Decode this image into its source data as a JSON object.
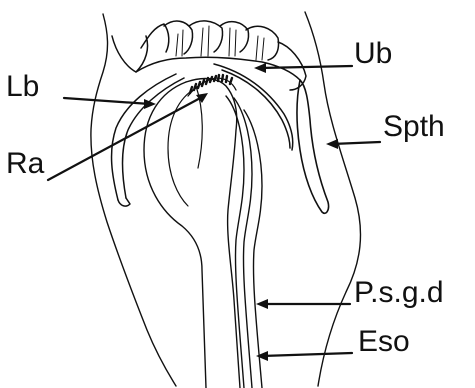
{
  "labels": {
    "ub": "Ub",
    "lb": "Lb",
    "spth": "Spth",
    "ra": "Ra",
    "psgd": "P.s.g.d",
    "eso": "Eso"
  },
  "colors": {
    "ink": "#111111",
    "background": "#ffffff"
  }
}
